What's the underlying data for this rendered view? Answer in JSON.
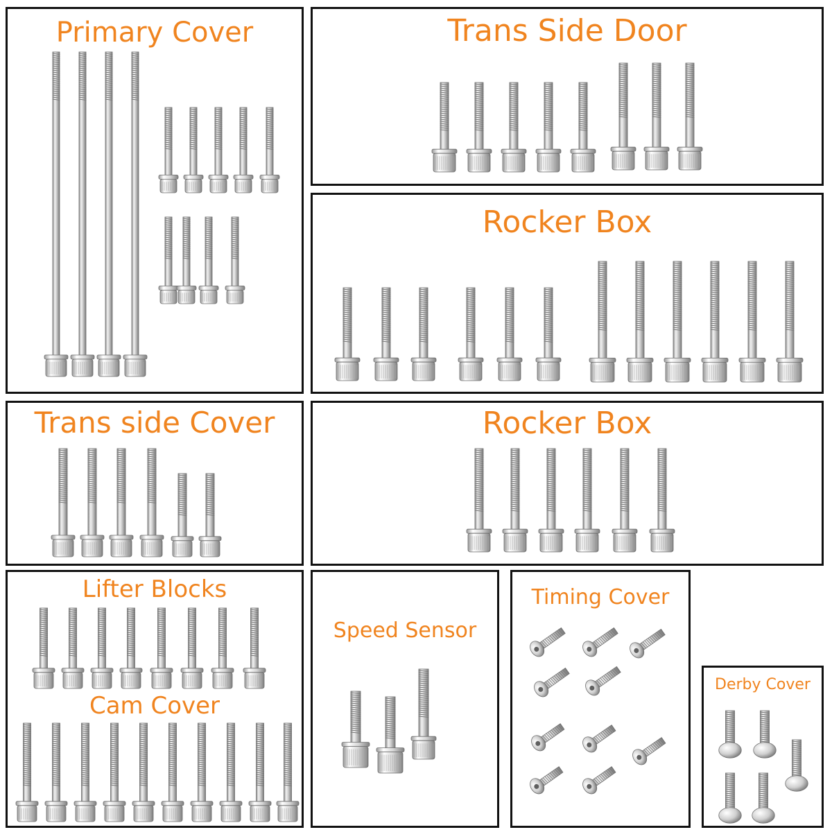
{
  "accent_color": "#f0841f",
  "border_color": "#111111",
  "panels": {
    "primary_cover": {
      "title": "Primary Cover"
    },
    "trans_side_door": {
      "title": "Trans Side Door"
    },
    "rocker_box_top": {
      "title": "Rocker Box"
    },
    "trans_side_cover": {
      "title": "Trans side Cover"
    },
    "rocker_box_bottom": {
      "title": "Rocker Box"
    },
    "lifter_blocks": {
      "title": "Lifter Blocks"
    },
    "cam_cover": {
      "title": "Cam Cover"
    },
    "speed_sensor": {
      "title": "Speed Sensor"
    },
    "timing_cover": {
      "title": "Timing Cover"
    },
    "derby_cover": {
      "title": "Derby Cover"
    }
  },
  "bolt_icon": "socket-head-cap-screw-icon",
  "button_head_icon": "button-head-screw-icon"
}
